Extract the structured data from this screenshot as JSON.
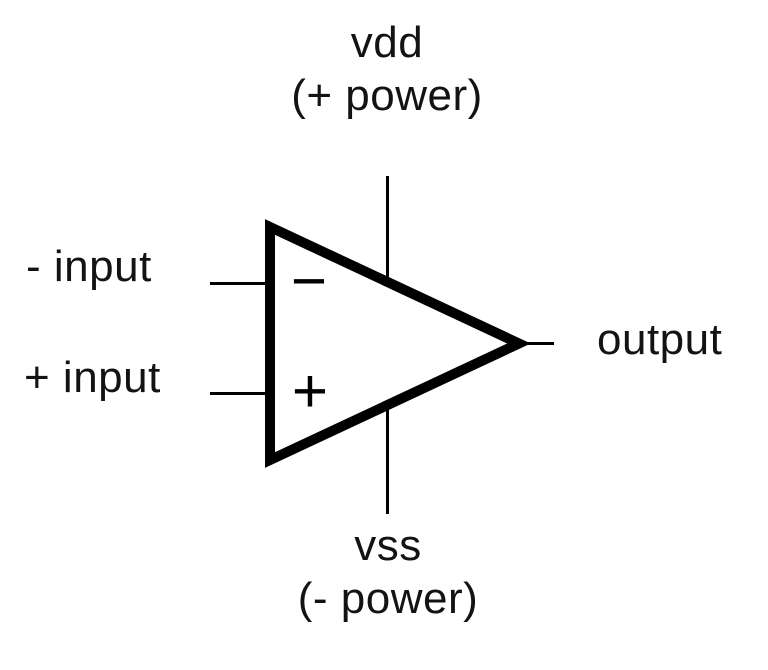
{
  "diagram": {
    "kind": "op-amp symbol",
    "labels": {
      "top_pin_name": "vdd",
      "top_pin_desc": "(+ power)",
      "bottom_pin_name": "vss",
      "bottom_pin_desc": "(- power)",
      "inverting_input": "- input",
      "noninverting_input": "+ input",
      "output": "output",
      "inverting_mark": "−",
      "noninverting_mark": "+"
    },
    "colors": {
      "ink": "#131313",
      "stroke": "#000000",
      "background": "#ffffff"
    }
  }
}
